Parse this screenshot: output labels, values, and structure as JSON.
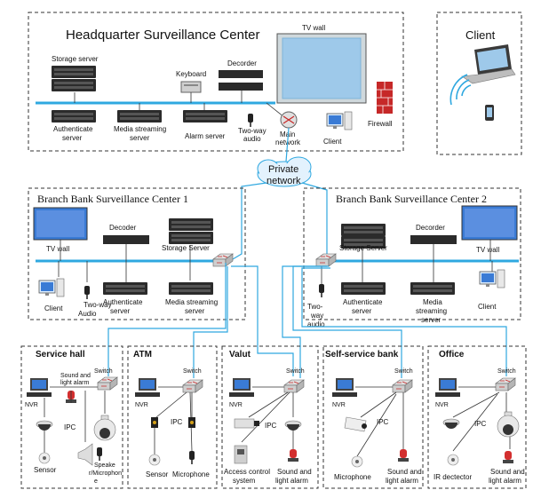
{
  "hq": {
    "title": "Headquarter Surveillance Center",
    "tv_wall": "TV wall",
    "storage_server": "Storage server",
    "keyboard": "Keyboard",
    "decoder": "Decorder",
    "authenticate_server": [
      "Authenticate",
      "server"
    ],
    "media_streaming_server": [
      "Media streaming",
      "server"
    ],
    "alarm_server": "Alarm server",
    "two_way_audio": [
      "Two-way",
      "audio"
    ],
    "main_network": [
      "Main",
      "network"
    ],
    "client": "Client",
    "firewall": "Firewall"
  },
  "client_box": {
    "title": "Client"
  },
  "private_network": [
    "Private",
    "network"
  ],
  "branch1": {
    "title": "Branch Bank Surveillance Center 1",
    "tv_wall": "TV wall",
    "decoder": "Decoder",
    "storage_server": "Storage Server",
    "client": "Client",
    "two_way_audio": [
      "Two-way",
      "Audio"
    ],
    "authenticate_server": [
      "Authenticate",
      "server"
    ],
    "media_streaming_server": [
      "Media streaming",
      "server"
    ]
  },
  "branch2": {
    "title": "Branch Bank Surveillance Center 2",
    "storage_server": "Storage Server",
    "decoder": "Decorder",
    "tv_wall": "TV wall",
    "two_way_audio": [
      "Two-",
      "way",
      "audio"
    ],
    "authenticate_server": [
      "Authenticate",
      "server"
    ],
    "media_streaming_server": [
      "Media",
      "streaming",
      "server"
    ],
    "client": "Client"
  },
  "sites": {
    "service_hall": {
      "title": "Service hall",
      "switch": "Switch",
      "nvr": "NVR",
      "ipc": "IPC",
      "sound_alarm": [
        "Sound and",
        "light alarm"
      ],
      "sensor": "Sensor",
      "speaker": [
        "Speake",
        "r/Microphon",
        "e"
      ]
    },
    "atm": {
      "title": "ATM",
      "switch": "Switch",
      "nvr": "NVR",
      "ipc": "IPC",
      "sensor": "Sensor",
      "microphone": "Microphone"
    },
    "valut": {
      "title": "Valut",
      "switch": "Switch",
      "nvr": "NVR",
      "ipc": "IPC",
      "access": [
        "Access control",
        "system"
      ],
      "sound_alarm": [
        "Sound and",
        "light alarm"
      ]
    },
    "self_service": {
      "title": "Self-service bank",
      "switch": "Switch",
      "nvr": "NVR",
      "ipc": "IPC",
      "microphone": "Microphone",
      "sound_alarm": [
        "Sound and",
        "light alarm"
      ]
    },
    "office": {
      "title": "Office",
      "switch": "Switch",
      "nvr": "NVR",
      "ipc": "IPC",
      "ir": "IR dectector",
      "sound_alarm": [
        "Sound and",
        "light alarm"
      ]
    }
  },
  "colors": {
    "network": "#2fa8e0",
    "firewall": "#c62828",
    "device": "#222222"
  }
}
